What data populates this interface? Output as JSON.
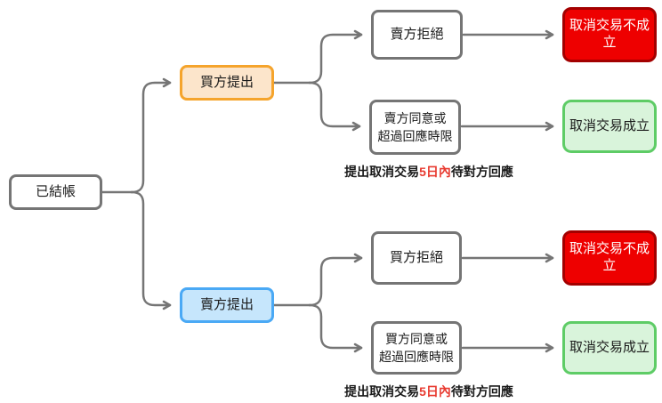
{
  "diagram_title": "cancel-transaction-flowchart",
  "nodes": {
    "root": "已結帳",
    "buyer_propose": "買方提出",
    "seller_propose": "賣方提出",
    "seller_reject": "賣方拒絕",
    "seller_agree_line1": "賣方同意或",
    "seller_agree_line2": "超過回應時限",
    "buyer_reject": "買方拒絕",
    "buyer_agree_line1": "買方同意或",
    "buyer_agree_line2": "超過回應時限",
    "cancel_fail_top": "取消交易不成立",
    "cancel_success_top": "取消交易成立",
    "cancel_fail_bottom": "取消交易不成立",
    "cancel_success_bottom": "取消交易成立"
  },
  "notes": {
    "top": {
      "prefix": "提出取消交易",
      "highlight": "5日內",
      "suffix": "待對方回應"
    },
    "bottom": {
      "prefix": "提出取消交易",
      "highlight": "5日內",
      "suffix": "待對方回應"
    }
  },
  "colors": {
    "connector": "#757575",
    "box_border": "#757575",
    "orange_border": "#f5a42c",
    "orange_fill": "#fce5cb",
    "blue_border": "#4aa9f5",
    "blue_fill": "#c6e6fc",
    "red_border": "#a30000",
    "red_fill": "#ee0000",
    "red_text": "#ffffff",
    "green_border": "#5ecc66",
    "green_fill": "#d9f4db",
    "note_highlight": "#e83a30"
  }
}
